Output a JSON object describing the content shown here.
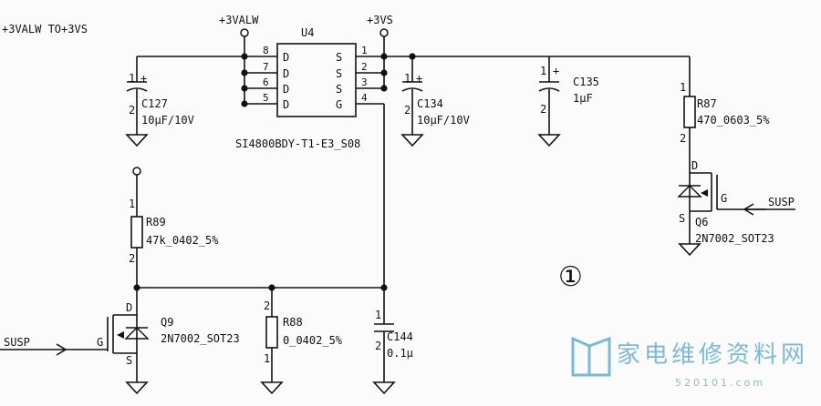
{
  "title": "+3VALW TO+3VS",
  "rails": {
    "valw": "+3VALW",
    "vs": "+3VS"
  },
  "u4": {
    "ref": "U4",
    "part": "SI4800BDY-T1-E3_S08",
    "pins_left": [
      {
        "num": "8",
        "name": "D"
      },
      {
        "num": "7",
        "name": "D"
      },
      {
        "num": "6",
        "name": "D"
      },
      {
        "num": "5",
        "name": "D"
      }
    ],
    "pins_right": [
      {
        "num": "1",
        "name": "S"
      },
      {
        "num": "2",
        "name": "S"
      },
      {
        "num": "3",
        "name": "S"
      },
      {
        "num": "4",
        "name": "G"
      }
    ]
  },
  "c127": {
    "ref": "C127",
    "value": "10μF/10V",
    "pin1": "1",
    "pin2": "2",
    "plus": "+"
  },
  "c134": {
    "ref": "C134",
    "value": "10μF/10V",
    "pin1": "1",
    "pin2": "2",
    "plus": "+"
  },
  "c135": {
    "ref": "C135",
    "value": "1μF",
    "pin1": "1",
    "pin2": "2",
    "plus": "+"
  },
  "r87": {
    "ref": "R87",
    "value": "470_0603_5%",
    "pin1": "1",
    "pin2": "2"
  },
  "q6": {
    "ref": "Q6",
    "part": "2N7002_SOT23",
    "d": "D",
    "g": "G",
    "s": "S",
    "signal": "SUSP"
  },
  "r89": {
    "ref": "R89",
    "value": "47k_0402_5%",
    "pin1": "1",
    "pin2": "2"
  },
  "q9": {
    "ref": "Q9",
    "part": "2N7002_SOT23",
    "d": "D",
    "g": "G",
    "s": "S",
    "signal": "SUSP"
  },
  "r88": {
    "ref": "R88",
    "value": "0_0402_5%",
    "pin1": "2",
    "pin2": "1"
  },
  "c144": {
    "ref": "C144",
    "value": "0.1μ",
    "pin1": "1",
    "pin2": "2"
  },
  "marker": "①",
  "watermark": {
    "text": "家电维修资料网",
    "url": "520101.com"
  }
}
